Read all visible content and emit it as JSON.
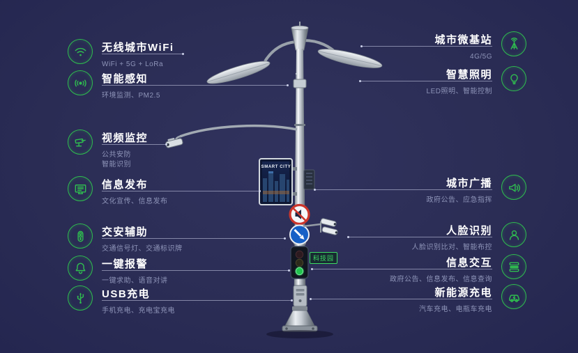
{
  "meta": {
    "bg_color": "#2b2d55",
    "accent_color": "#2fbd4f",
    "title_color": "#ffffff",
    "subtitle_color": "#8e94b8"
  },
  "left_features": [
    {
      "icon": "wifi-icon",
      "title": "无线城市WiFi",
      "subtitle": "WiFi + 5G + LoRa"
    },
    {
      "icon": "smart-sensing-icon",
      "title": "智能感知",
      "subtitle": "环境监测、PM2.5"
    },
    {
      "icon": "cctv-camera-icon",
      "title": "视频监控",
      "subtitle": "公共安防\n智能识别"
    },
    {
      "icon": "info-screen-icon",
      "title": "信息发布",
      "subtitle": "文化宣传、信息发布"
    },
    {
      "icon": "traffic-light-icon",
      "title": "交安辅助",
      "subtitle": "交通信号灯、交通标识牌"
    },
    {
      "icon": "alarm-bell-icon",
      "title": "一键报警",
      "subtitle": "一键求助、语音对讲"
    },
    {
      "icon": "usb-icon",
      "title": "USB充电",
      "subtitle": "手机充电、充电宝充电"
    }
  ],
  "right_features": [
    {
      "icon": "base-station-icon",
      "title": "城市微基站",
      "subtitle": "4G/5G"
    },
    {
      "icon": "light-bulb-icon",
      "title": "智慧照明",
      "subtitle": "LED照明、智能控制"
    },
    {
      "icon": "loudspeaker-icon",
      "title": "城市广播",
      "subtitle": "政府公告、应急指挥"
    },
    {
      "icon": "face-recognition-icon",
      "title": "人脸识别",
      "subtitle": "人脸识别比对、智能布控"
    },
    {
      "icon": "info-exchange-icon",
      "title": "信息交互",
      "subtitle": "政府公告、信息发布、信息查询"
    },
    {
      "icon": "ev-charging-icon",
      "title": "新能源充电",
      "subtitle": "汽车充电、电瓶车充电"
    }
  ],
  "pole": {
    "screen_title": "SMART CITY",
    "tech_park_label": "科技园"
  }
}
